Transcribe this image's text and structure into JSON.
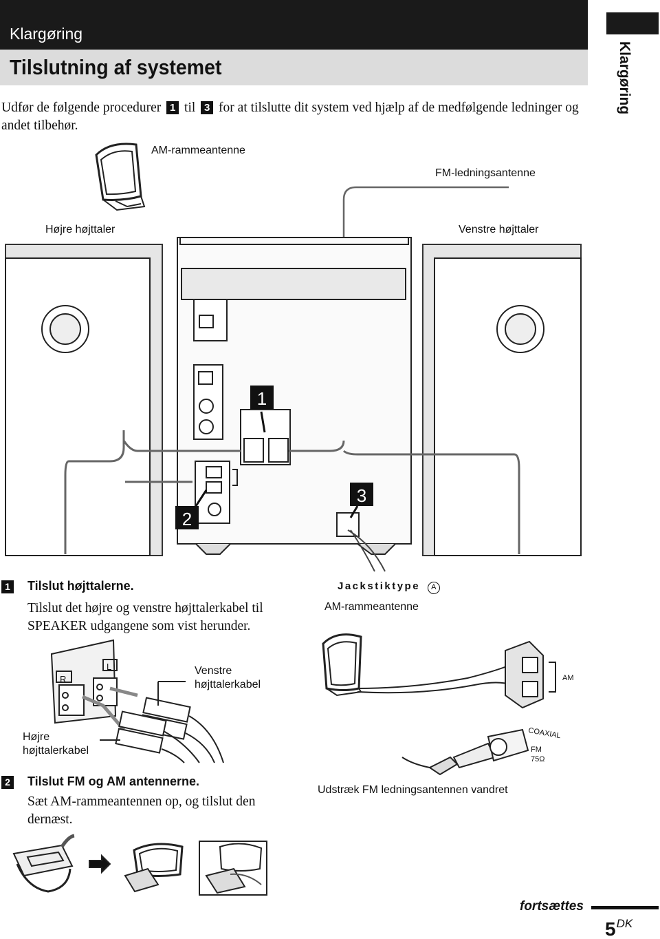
{
  "header": {
    "section": "Klargøring",
    "title": "Tilslutning af systemet",
    "side_label": "Klargøring"
  },
  "intro": {
    "before": "Udfør de følgende procedurer",
    "num_from": "1",
    "middle": "til",
    "num_to": "3",
    "after": "for at tilslutte dit system ved hjælp af de medfølgende ledninger og andet tilbehør."
  },
  "main_diagram": {
    "am_antenna_label": "AM-rammeantenne",
    "fm_antenna_label": "FM-ledningsantenne",
    "right_speaker_label": "Højre højttaler",
    "left_speaker_label": "Venstre højttaler",
    "callout_1": "1",
    "callout_2": "2",
    "callout_3": "3"
  },
  "step1": {
    "number": "1",
    "heading": "Tilslut højttalerne.",
    "body": "Tilslut det højre og venstre højttalerkabel til SPEAKER udgangene som vist herunder.",
    "terminal_r": "R",
    "terminal_l": "L",
    "left_cable_label": "Venstre højttalerkabel",
    "right_cable_label": "Højre højttalerkabel"
  },
  "jack_diagram": {
    "jack_type_label": "Jackstiktype",
    "jack_type_marker": "A",
    "am_antenna_label": "AM-rammeantenne",
    "am_terminal": "AM",
    "coaxial": "COAXIAL",
    "fm": "FM",
    "ohm": "75Ω"
  },
  "step2": {
    "number": "2",
    "heading": "Tilslut FM og AM antennerne.",
    "body": "Sæt AM-rammeantennen op, og tilslut den dernæst.",
    "fm_instruction": "Udstræk FM ledningsantennen vandret"
  },
  "footer": {
    "continues": "fortsættes",
    "page_number": "5",
    "page_suffix": "DK"
  }
}
